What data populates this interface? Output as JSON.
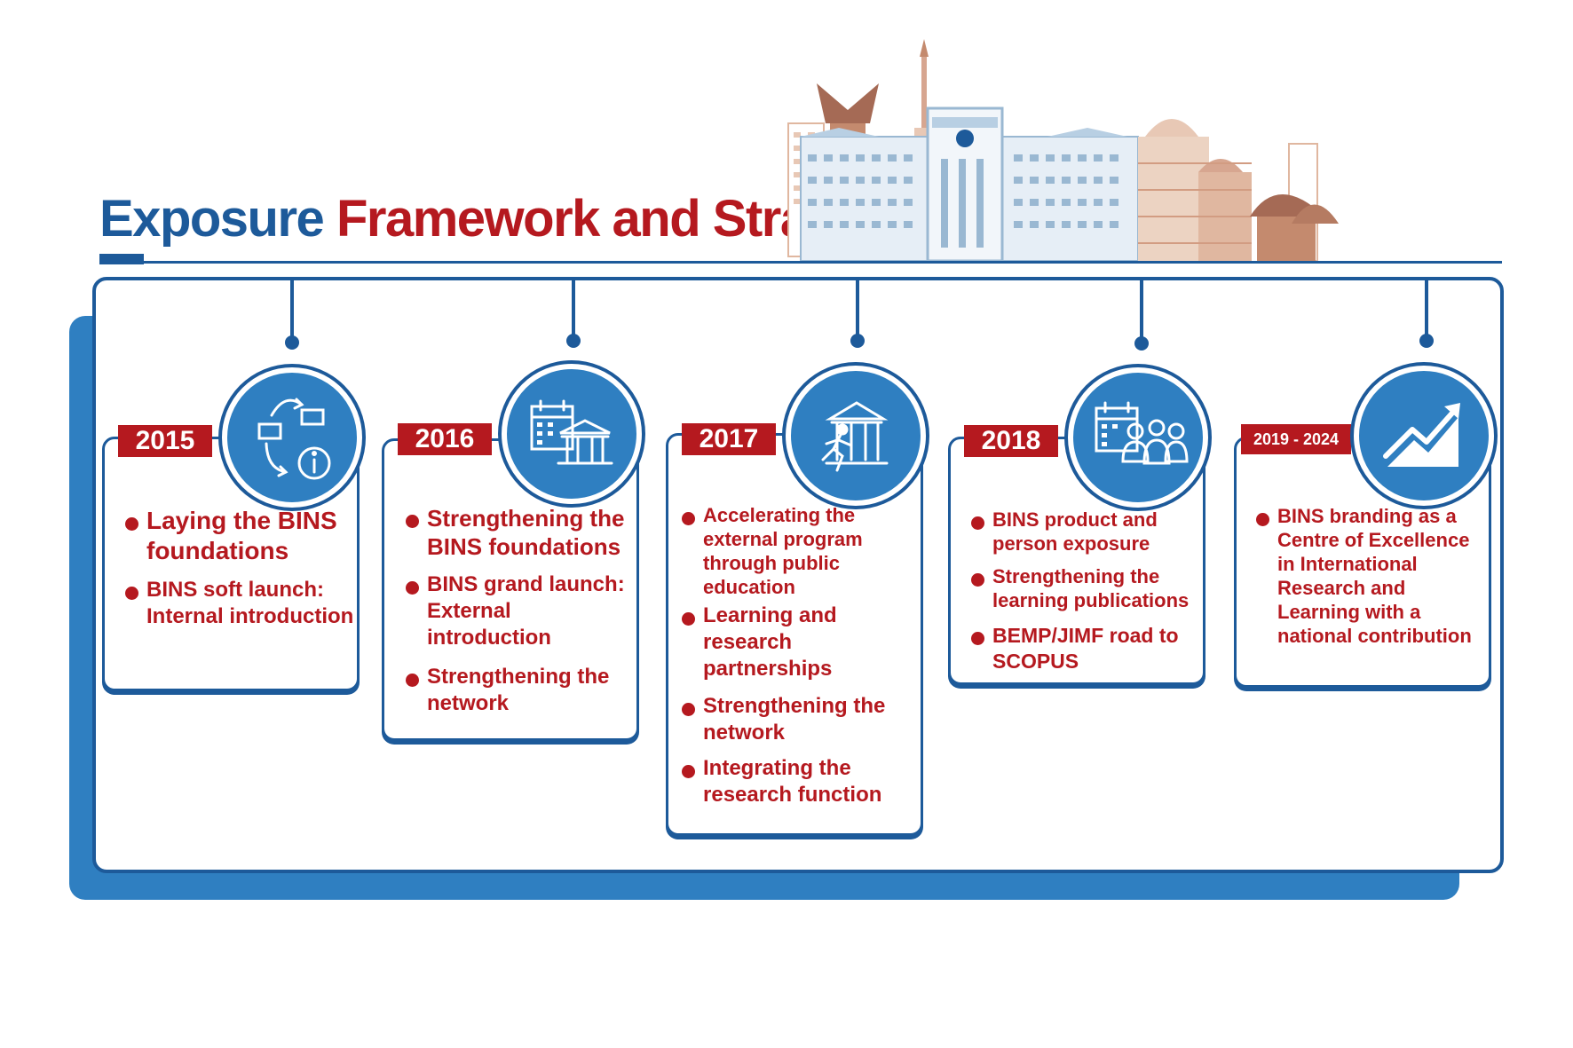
{
  "title": {
    "part1": "Exposure",
    "part2": "Framework and Strategy"
  },
  "colors": {
    "blue_dark": "#1d5a9a",
    "blue": "#2f7fc1",
    "red": "#b5191f"
  },
  "timeline": [
    {
      "year": "2015",
      "icon": "process-info-icon",
      "bullets": [
        "Laying the BINS foundations",
        "BINS soft launch: Internal introduction"
      ]
    },
    {
      "year": "2016",
      "icon": "calendar-building-icon",
      "bullets": [
        "Strengthening the BINS foundations",
        "BINS grand launch: External introduction",
        "Strengthening the network"
      ]
    },
    {
      "year": "2017",
      "icon": "running-building-icon",
      "bullets": [
        "Accelerating the external program through public education",
        "Learning and research partnerships",
        "Strengthening the network",
        "Integrating the research function"
      ]
    },
    {
      "year": "2018",
      "icon": "calendar-people-icon",
      "bullets": [
        "BINS product and person exposure",
        "Strengthening the learning publications",
        "BEMP/JIMF road to SCOPUS"
      ]
    },
    {
      "year": "2019 - 2024",
      "icon": "growth-chart-icon",
      "bullets": [
        "BINS branding as a Centre of Excellence in International Research and Learning with a national contribution"
      ]
    }
  ]
}
